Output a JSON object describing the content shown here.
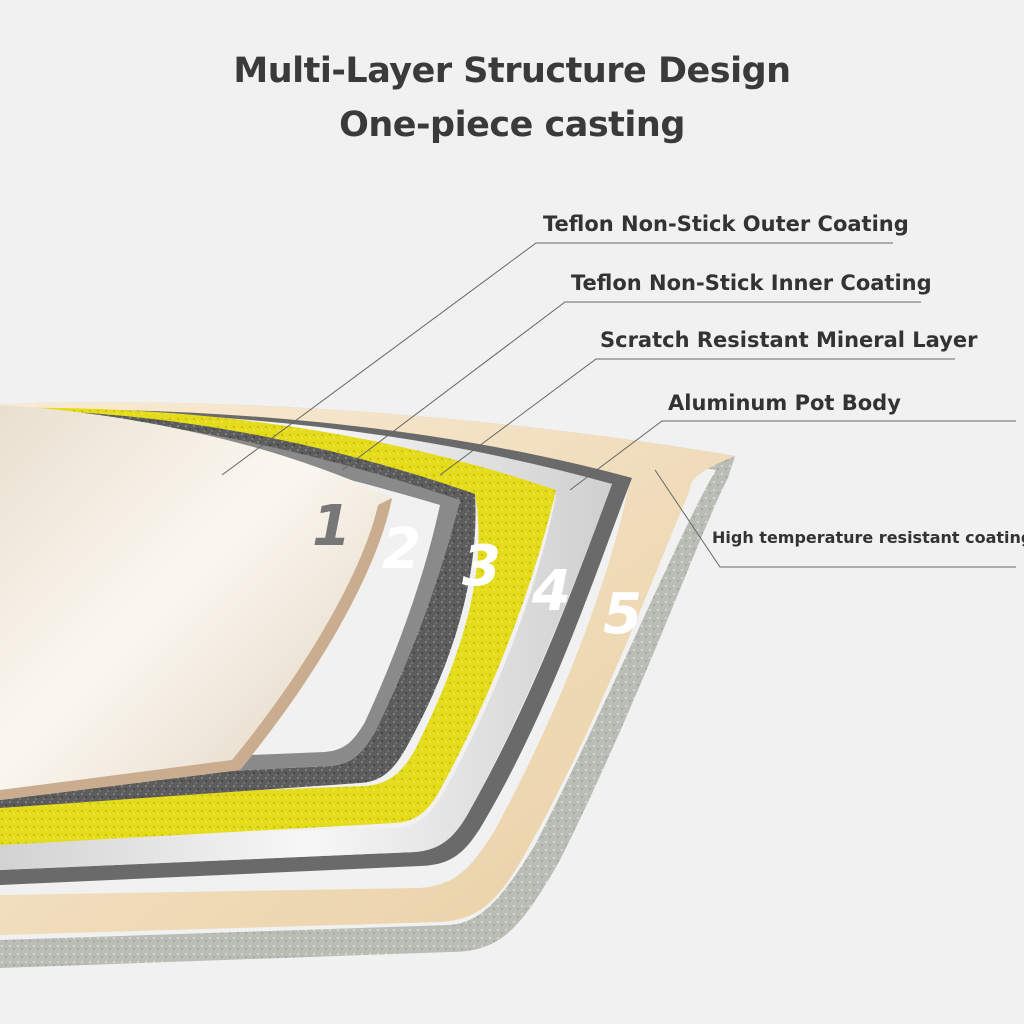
{
  "title": {
    "line1": "Multi-Layer Structure Design",
    "line2": "One-piece casting"
  },
  "labels": [
    {
      "key": "outer_coating",
      "text": "Teflon Non-Stick Outer Coating"
    },
    {
      "key": "inner_coating",
      "text": "Teflon Non-Stick Inner Coating"
    },
    {
      "key": "mineral_layer",
      "text": "Scratch Resistant Mineral Layer"
    },
    {
      "key": "pot_body",
      "text": "Aluminum Pot Body"
    },
    {
      "key": "high_temp",
      "text": "High temperature resistant coating"
    }
  ],
  "layer_numbers": [
    "1",
    "2",
    "3",
    "4",
    "5"
  ],
  "colors": {
    "background": "#f1f1f1",
    "text": "#333333",
    "layer1": "#efe6d8",
    "layer1_edge": "#c9ad8e",
    "layer2": "#5f5f5f",
    "layer3": "#e6df1c",
    "layer4": "#e6e6e6",
    "layer4_edge": "#6a6a6a",
    "layer5": "#f4dfbf",
    "outer_shell": "#b8bcb4"
  }
}
